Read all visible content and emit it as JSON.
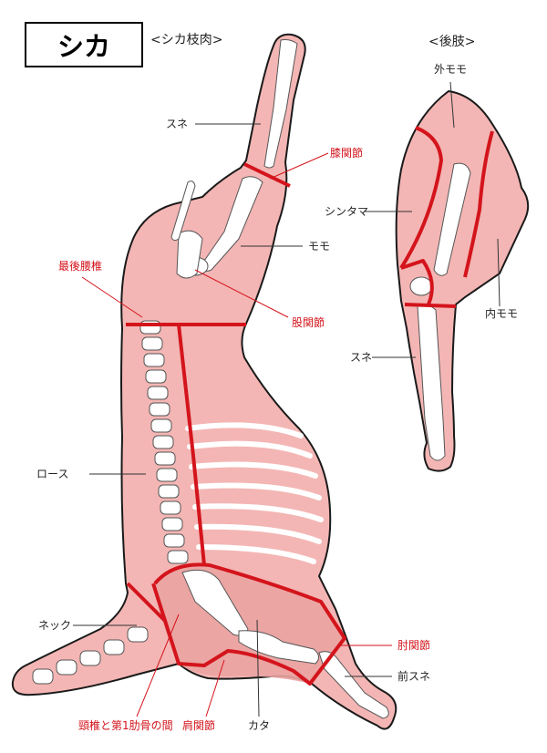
{
  "title": "シカ",
  "carcass_label": "<シカ枝肉>",
  "hindleg_label": "<後肢>",
  "colors": {
    "meat": "#f3b6b4",
    "meat_dark": "#eaa3a1",
    "cut": "#d4141c",
    "red_text": "#d4141c",
    "bone": "#ffffff",
    "outline": "#1a1a1a"
  },
  "labels": {
    "sune": "スネ",
    "shitsukansetsu": "膝関節",
    "momo": "モモ",
    "saigo_yotsui": "最後腰椎",
    "kokansetsu": "股関節",
    "rosu": "ロース",
    "nekku": "ネック",
    "kansetsu_between": "頸椎と第1肋骨の間",
    "kenkansetsu": "肩関節",
    "kata": "カタ",
    "chukansetsu": "肘関節",
    "mae_sune": "前スネ",
    "soto_momo": "外モモ",
    "shintama": "シンタマ",
    "uchi_momo": "内モモ",
    "hind_sune": "スネ"
  }
}
